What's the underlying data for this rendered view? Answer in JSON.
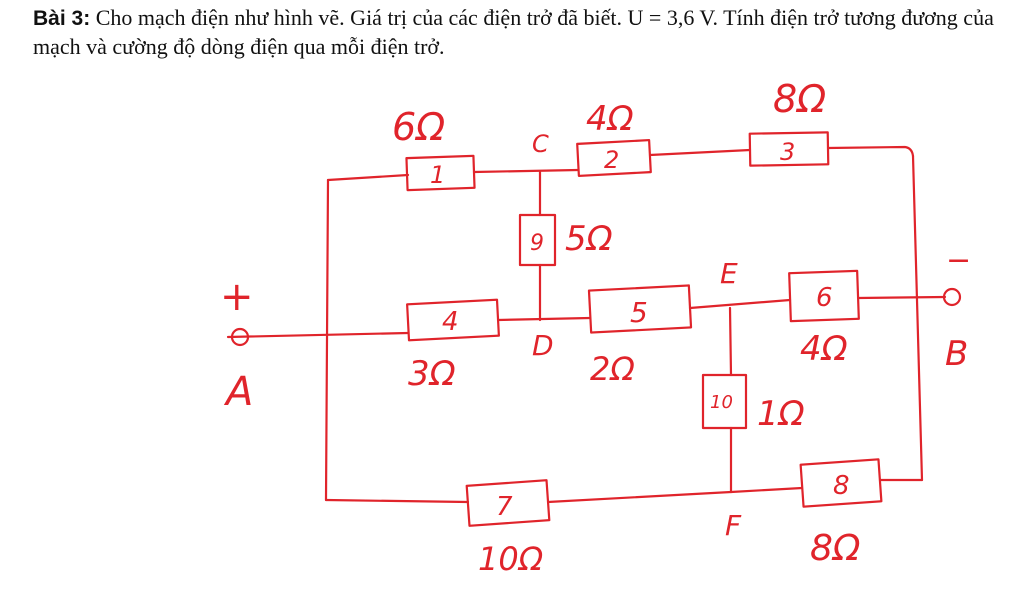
{
  "problem": {
    "label": "Bài 3:",
    "text": " Cho mạch điện như hình vẽ. Giá trị của các điện trở đã biết. U = 3,6 V. Tính điện trở tương đương của mạch và cường độ dòng điện qua mỗi điện trở."
  },
  "nodes": {
    "A": "A",
    "A_sign": "+",
    "B": "B",
    "B_sign": "−",
    "C": "C",
    "D": "D",
    "E": "E",
    "F": "F"
  },
  "resistors": [
    {
      "id": "1",
      "value": "6Ω"
    },
    {
      "id": "2",
      "value": "4Ω"
    },
    {
      "id": "3",
      "value": "8Ω"
    },
    {
      "id": "4",
      "value": "3Ω"
    },
    {
      "id": "5",
      "value": "2Ω"
    },
    {
      "id": "6",
      "value": "4Ω"
    },
    {
      "id": "7",
      "value": "10Ω"
    },
    {
      "id": "8",
      "value": "8Ω"
    },
    {
      "id": "9",
      "value": "5Ω"
    },
    {
      "id": "10",
      "value": "1Ω"
    }
  ],
  "colors": {
    "ink": "#e0242b",
    "text": "#111111"
  }
}
